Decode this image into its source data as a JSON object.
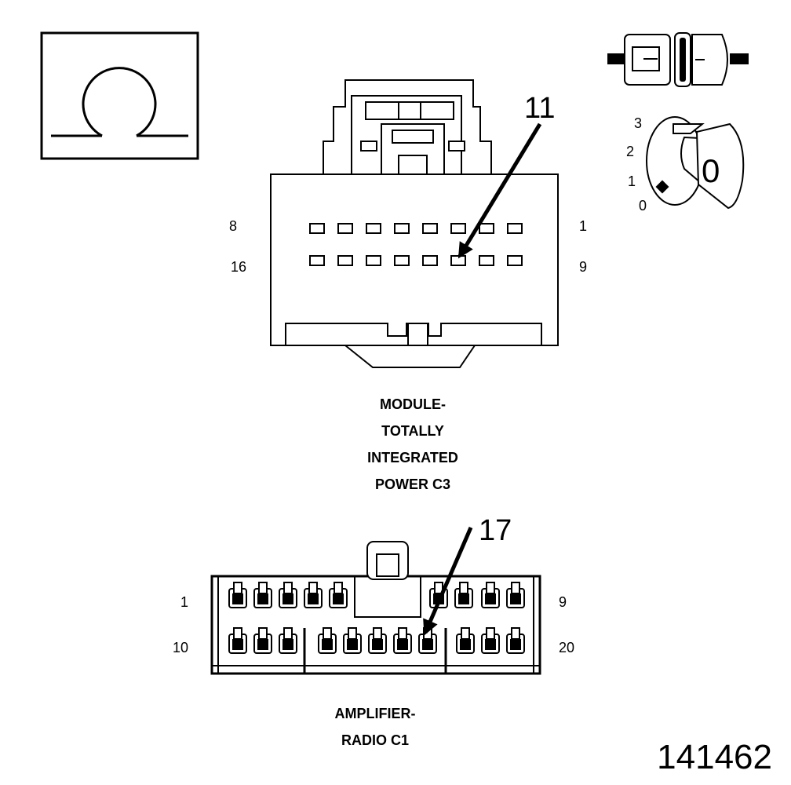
{
  "legend_icons": {
    "ohm": "ohmmeter-symbol",
    "disconnect": "disconnect-connector-symbol",
    "ignition": "ignition-key-off-symbol"
  },
  "ignition": {
    "positions": [
      "3",
      "2",
      "1",
      "0"
    ],
    "key_label": "0"
  },
  "connector_c3": {
    "callout": "11",
    "pin_left_top": "8",
    "pin_right_top": "1",
    "pin_left_bottom": "16",
    "pin_right_bottom": "9",
    "caption": [
      "MODULE-",
      "TOTALLY",
      "INTEGRATED",
      "POWER C3"
    ]
  },
  "connector_c1": {
    "callout": "17",
    "pin_left_top": "1",
    "pin_right_top": "9",
    "pin_left_bottom": "10",
    "pin_right_bottom": "20",
    "caption": [
      "AMPLIFIER-",
      "RADIO C1"
    ]
  },
  "figure_id": "141462"
}
